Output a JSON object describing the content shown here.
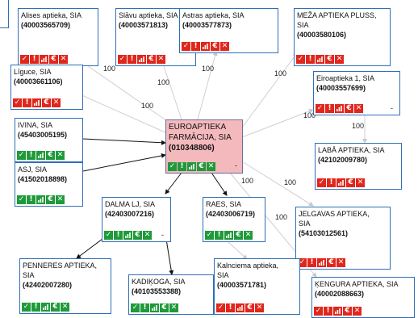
{
  "center": {
    "name_lines": [
      "EUROAPTIEKA",
      "FARMĀCIJA, SIA"
    ],
    "code": "(010348806)",
    "dash": "-"
  },
  "nodes": [
    {
      "key": "alises",
      "name_lines": [
        "Alises aptieka, SIA"
      ],
      "code": "(40003565709)",
      "status": "red"
    },
    {
      "key": "slavu",
      "name_lines": [
        "Slāvu aptieka, SIA"
      ],
      "code": "(40003571813)",
      "status": "red"
    },
    {
      "key": "astras",
      "name_lines": [
        "Astras aptieka, SIA"
      ],
      "code": "(40003577873)",
      "status": "red"
    },
    {
      "key": "meza",
      "name_lines": [
        "MEŽA APTIEKA PLUSS,",
        "SIA"
      ],
      "code": "(40003580106)",
      "status": "red"
    },
    {
      "key": "liguce",
      "name_lines": [
        "Līguce, SIA"
      ],
      "code": "(40003661106)",
      "status": "red"
    },
    {
      "key": "eiro",
      "name_lines": [
        "Eiroaptieka 1, SIA"
      ],
      "code": "(40003557699)",
      "status": "red",
      "dash": "-"
    },
    {
      "key": "ivina",
      "name_lines": [
        "IVINA, SIA"
      ],
      "code": "(45403005195)",
      "status": "green"
    },
    {
      "key": "laba",
      "name_lines": [
        "LABĀ APTIEKA, SIA"
      ],
      "code": "(42102009780)",
      "status": "red"
    },
    {
      "key": "asj",
      "name_lines": [
        "ASJ, SIA"
      ],
      "code": "(41502018898)",
      "status": "green"
    },
    {
      "key": "dalma",
      "name_lines": [
        "DALMA LJ, SIA"
      ],
      "code": "(42403007216)",
      "status": "green",
      "dash": "-"
    },
    {
      "key": "raes",
      "name_lines": [
        "RAES, SIA"
      ],
      "code": "(42403006719)",
      "status": "green"
    },
    {
      "key": "jelgavas",
      "name_lines": [
        "JELGAVAS APTIEKA,",
        "SIA"
      ],
      "code": "(54103012561)",
      "status": "red"
    },
    {
      "key": "penneres",
      "name_lines": [
        "PENNERES APTIEKA,",
        "SIA"
      ],
      "code": "(42402007280)",
      "status": "green"
    },
    {
      "key": "kadikoga",
      "name_lines": [
        "KADIĶOGA, SIA"
      ],
      "code": "(40103553388)",
      "status": "green"
    },
    {
      "key": "kalnciema",
      "name_lines": [
        "Kalnciema aptieka,",
        "SIA"
      ],
      "code": "(40003571781)",
      "status": "red"
    },
    {
      "key": "kengura",
      "name_lines": [
        "ĶENGURA APTIEKA, SIA"
      ],
      "code": "(40002088663)",
      "status": "red"
    }
  ],
  "edge_labels": {
    "alises": "100",
    "slavu": "100",
    "astras": "100",
    "meza": "100",
    "liguce": "100",
    "eiro": "100",
    "laba": "100",
    "jelgavas": "100",
    "kengura": "100",
    "kalnciema": "100",
    "raes": "100"
  },
  "icons": {
    "red": [
      "check-icon",
      "exclamation-icon",
      "bar-chart-icon",
      "euro-icon",
      "close-icon"
    ],
    "green": [
      "check-icon",
      "exclamation-icon",
      "bar-chart-icon",
      "euro-icon",
      "close-icon"
    ]
  },
  "colors": {
    "red": "#e1261c",
    "green": "#1f9a3a",
    "border": "#2f6fb6",
    "center_fill": "#f4b9bd"
  }
}
